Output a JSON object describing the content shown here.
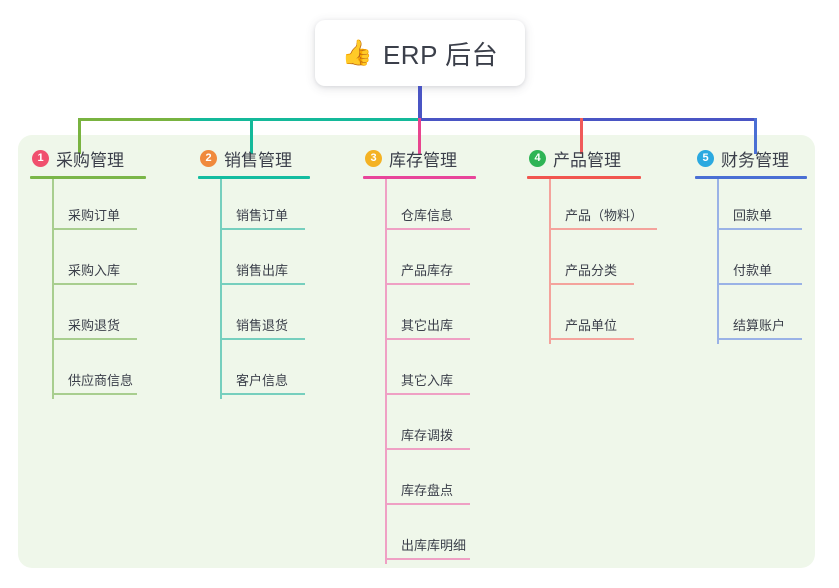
{
  "root": {
    "icon": "thumbs-up-emoji",
    "icon_glyph": "👍",
    "title": "ERP 后台"
  },
  "colors": {
    "panel_background": "#eff7ea",
    "page_background": "#ffffff",
    "text": "#3b3f4a",
    "stem": "#4a55c4",
    "connector_green": "#79b340",
    "connector_teal": "#14b99a",
    "connector_blue": "#4a55c4",
    "drop_green": "#79b340",
    "drop_teal": "#14b99a",
    "drop_pink": "#e8458f",
    "drop_red": "#f05a5a",
    "drop_blue": "#4a6fd4"
  },
  "branches": [
    {
      "index": "1",
      "badge_label": "1",
      "badge_color": "#f0506e",
      "title": "采购管理",
      "line_color": "#7ab648",
      "leaf_line_color": "#a8ce8f",
      "items": [
        {
          "label": "采购订单"
        },
        {
          "label": "采购入库"
        },
        {
          "label": "采购退货"
        },
        {
          "label": "供应商信息"
        }
      ]
    },
    {
      "index": "2",
      "badge_label": "2",
      "badge_color": "#f08a3c",
      "title": "销售管理",
      "line_color": "#13bda0",
      "leaf_line_color": "#76cfbe",
      "items": [
        {
          "label": "销售订单"
        },
        {
          "label": "销售出库"
        },
        {
          "label": "销售退货"
        },
        {
          "label": "客户信息"
        }
      ]
    },
    {
      "index": "3",
      "badge_label": "3",
      "badge_color": "#f4b223",
      "title": "库存管理",
      "line_color": "#e8459a",
      "leaf_line_color": "#efa0c4",
      "items": [
        {
          "label": "仓库信息"
        },
        {
          "label": "产品库存"
        },
        {
          "label": "其它出库"
        },
        {
          "label": "其它入库"
        },
        {
          "label": "库存调拨"
        },
        {
          "label": "库存盘点"
        },
        {
          "label": "出库库明细"
        }
      ]
    },
    {
      "index": "4",
      "badge_label": "4",
      "badge_color": "#2eb455",
      "title": "产品管理",
      "line_color": "#f1564f",
      "leaf_line_color": "#f4a39c",
      "items": [
        {
          "label": "产品（物料）",
          "wide": true
        },
        {
          "label": "产品分类"
        },
        {
          "label": "产品单位"
        }
      ]
    },
    {
      "index": "5",
      "badge_label": "5",
      "badge_color": "#2ba9e0",
      "title": "财务管理",
      "line_color": "#4a6fd4",
      "leaf_line_color": "#9ab2e6",
      "items": [
        {
          "label": "回款单"
        },
        {
          "label": "付款单"
        },
        {
          "label": "结算账户"
        }
      ]
    }
  ],
  "layout": {
    "columns_left": [
      30,
      198,
      363,
      527,
      695
    ],
    "header_underline_widths": [
      116,
      112,
      113,
      114,
      112
    ]
  }
}
